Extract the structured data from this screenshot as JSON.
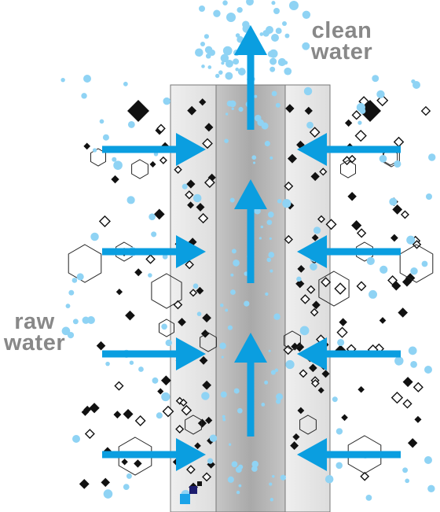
{
  "labels": {
    "clean": [
      "clean",
      "water"
    ],
    "raw": [
      "raw",
      "water"
    ]
  },
  "colors": {
    "arrow": "#0a9ee0",
    "bubble": "#8fd3f4",
    "particle": "#111111",
    "label": "#888888",
    "outer_shell": "#e6e6e6",
    "core": "#b5b5b5",
    "logo_light": "#1aa3e8",
    "logo_dark": "#1c1c6e"
  }
}
